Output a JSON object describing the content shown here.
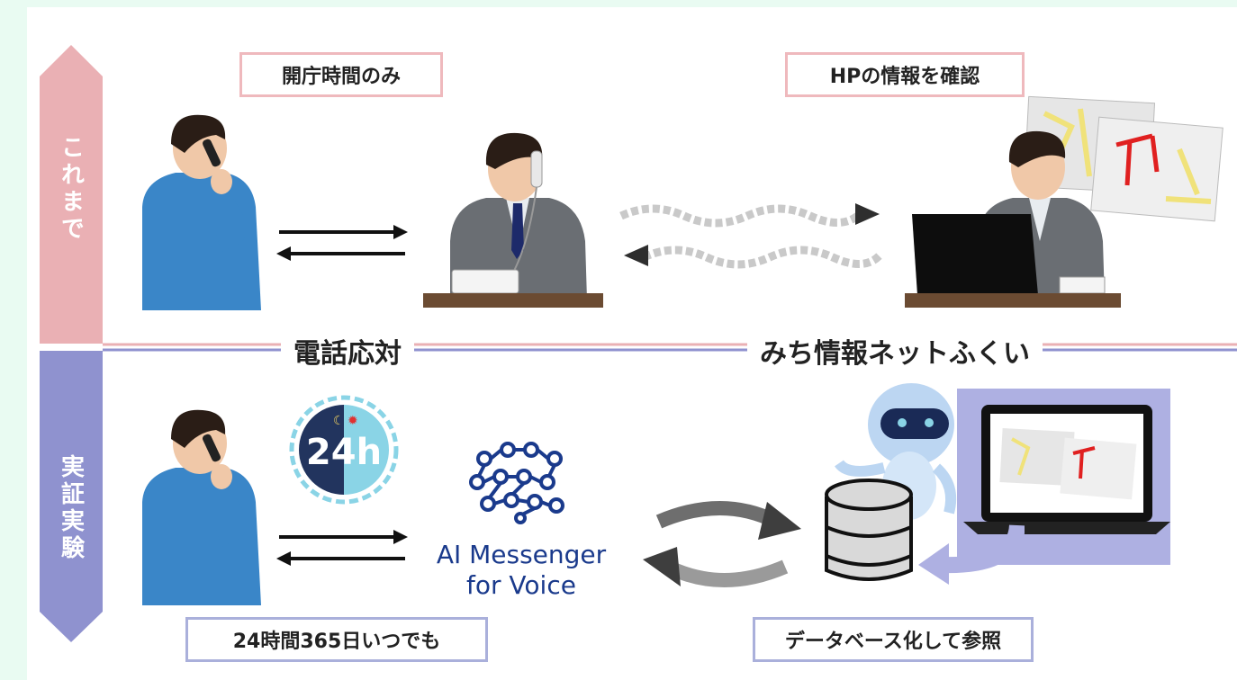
{
  "sections": {
    "before_label": "これまで",
    "trial_label": "実証実験"
  },
  "labels": {
    "office_hours_only": "開庁時間のみ",
    "check_hp_info": "HPの情報を確認",
    "phone_support": "電話応対",
    "road_info_net": "みち情報ネットふくい",
    "always_available": "24時間365日いつでも",
    "database_reference": "データベース化して参照"
  },
  "ai_product": {
    "line1": "AI Messenger",
    "line2": "for Voice"
  },
  "clock_badge": "24h",
  "colors": {
    "before_band": "#eab0b4",
    "trial_band": "#8f92cf",
    "shirt_blue": "#3a86c8",
    "suit_grey": "#6a6e73",
    "hair": "#2a1d16",
    "ai_blue": "#1a3a8c"
  }
}
